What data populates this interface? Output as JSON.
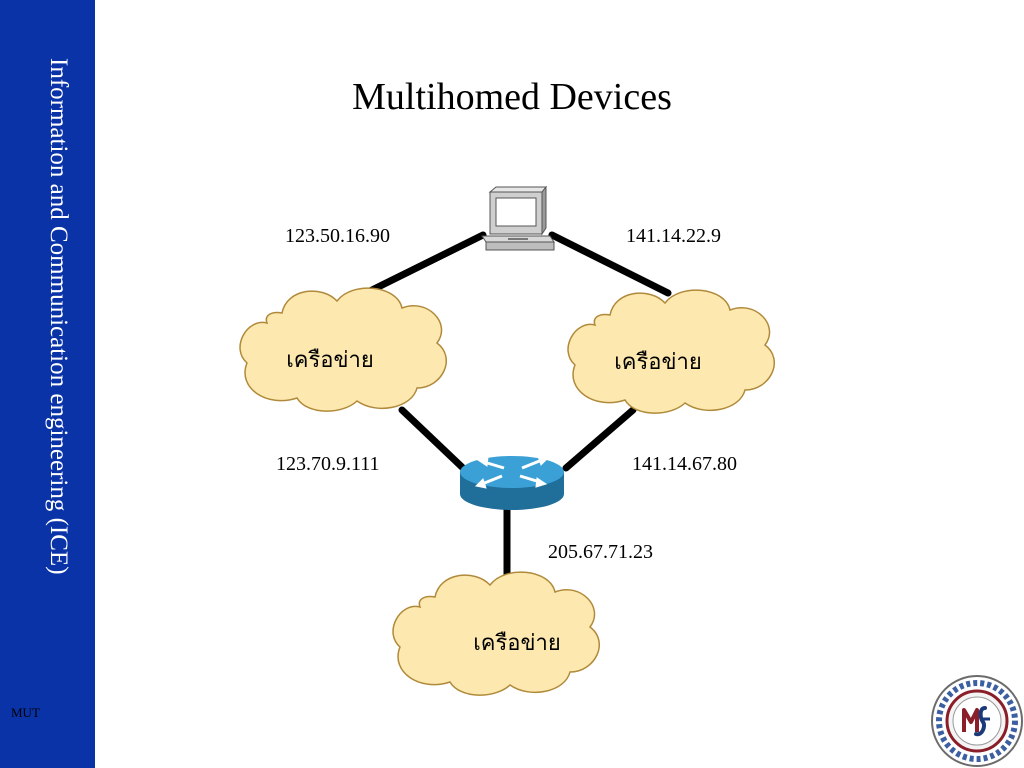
{
  "slide": {
    "title": "Multihomed Devices",
    "sidebar_text": "Information and Communication engineering (ICE)",
    "footer_label": "MUT"
  },
  "diagram": {
    "host": {
      "icon": "computer-icon"
    },
    "router": {
      "icon": "router-icon"
    },
    "clouds": [
      {
        "label": "เครือข่าย"
      },
      {
        "label": "เครือข่าย"
      },
      {
        "label": "เครือข่าย"
      }
    ],
    "addresses": {
      "host_left": "123.50.16.90",
      "host_right": "141.14.22.9",
      "router_left": "123.70.9.111",
      "router_right": "141.14.67.80",
      "router_bottom": "205.67.71.23"
    }
  },
  "colors": {
    "sidebar": "#0a33a8",
    "cloud_fill": "#fde9b0",
    "cloud_stroke": "#b08a3a",
    "router": "#2a8fc4",
    "link": "#000000"
  },
  "logo": {
    "icon": "university-seal-icon"
  }
}
